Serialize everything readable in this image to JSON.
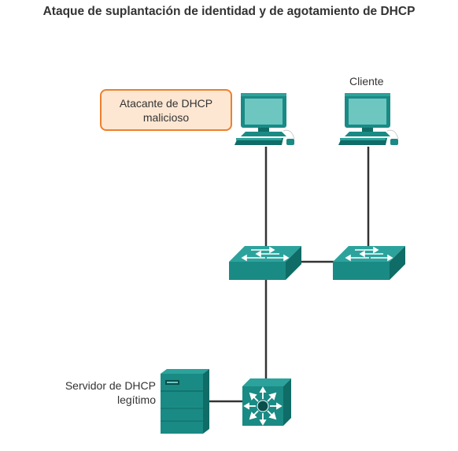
{
  "title": "Ataque de suplantación de identidad y de agotamiento de DHCP",
  "nodes": {
    "attacker": {
      "line1": "Atacante de DHCP",
      "line2": "malicioso"
    },
    "client": {
      "label": "Cliente"
    },
    "server": {
      "line1": "Servidor de DHCP",
      "line2": "legítimo"
    }
  },
  "colors": {
    "device_teal": "#1a8a84",
    "device_dark": "#0f6c66",
    "screen": "#6ec6c1",
    "link": "#333333",
    "callout_border": "#ee7f2d",
    "callout_fill": "#fde7d3"
  }
}
